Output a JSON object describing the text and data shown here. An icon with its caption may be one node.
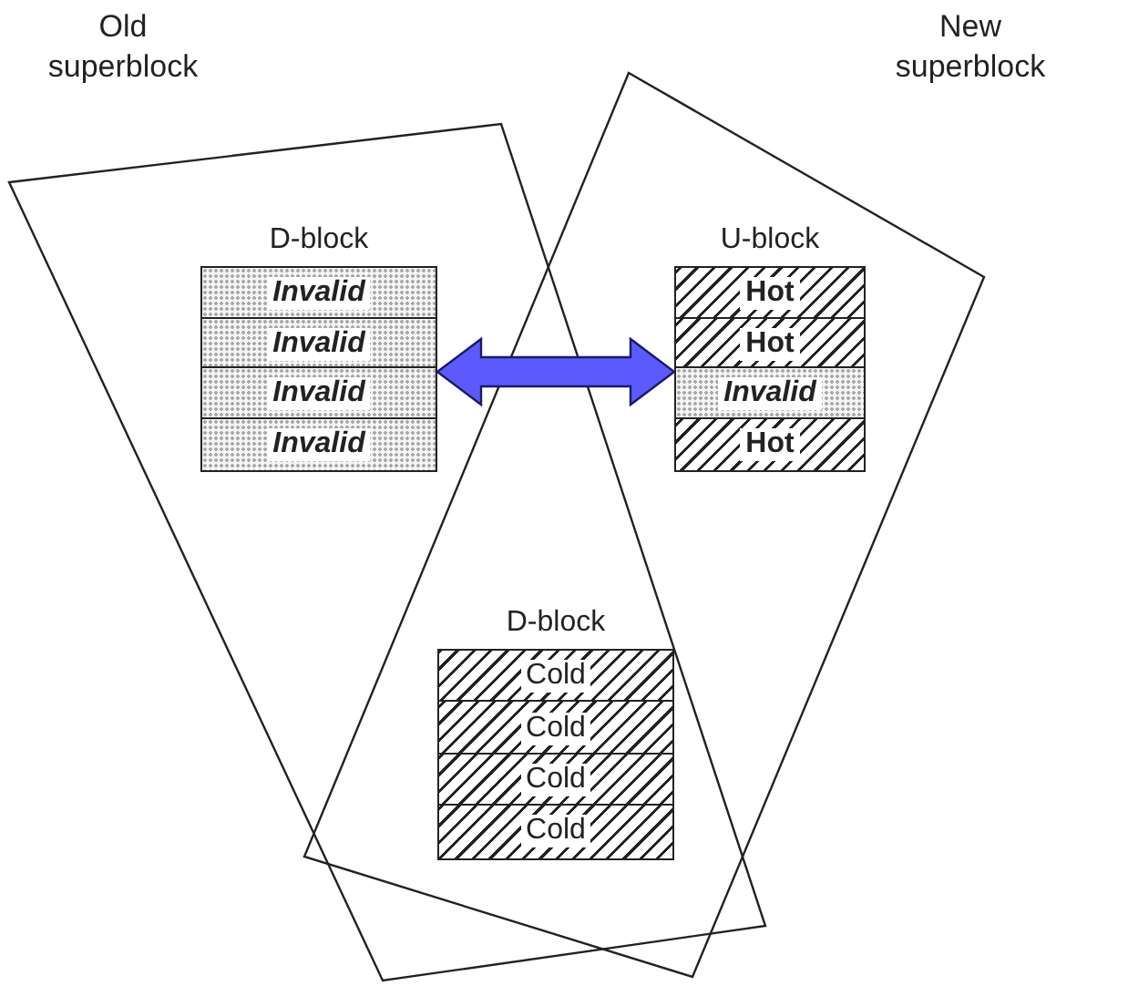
{
  "diagram": {
    "nodes": [
      {
        "text": [
          "Old superblock"
        ]
      },
      {
        "text": [
          "D-block"
        ],
        "in": 0
      },
      {
        "text": [
          "Invalid"
        ],
        "in": 1
      },
      {
        "text": [
          "Invalid"
        ],
        "in": 1
      },
      {
        "text": [
          "Invalid"
        ],
        "in": 1
      },
      {
        "text": [
          "Invalid"
        ],
        "in": 1
      },
      {
        "text": [
          "New superblock"
        ]
      },
      {
        "text": [
          "U-block"
        ],
        "in": 6
      },
      {
        "text": [
          "Hot"
        ],
        "in": 7
      },
      {
        "text": [
          "Hot"
        ],
        "in": 7
      },
      {
        "text": [
          "Invalid"
        ],
        "in": 7
      },
      {
        "text": [
          "Hot"
        ],
        "in": 7
      },
      {
        "text": [
          "D-block"
        ]
      },
      {
        "text": [
          "Cold"
        ]
      },
      {
        "text": [
          "Cold"
        ]
      },
      {
        "text": [
          "Cold"
        ]
      },
      {
        "text": [
          "Cold"
        ]
      }
    ],
    "edges": [
      {
        "from": 1,
        "to": 7,
        "arrow": "both",
        "style": "thick",
        "color": "#5a5aff"
      }
    ]
  }
}
